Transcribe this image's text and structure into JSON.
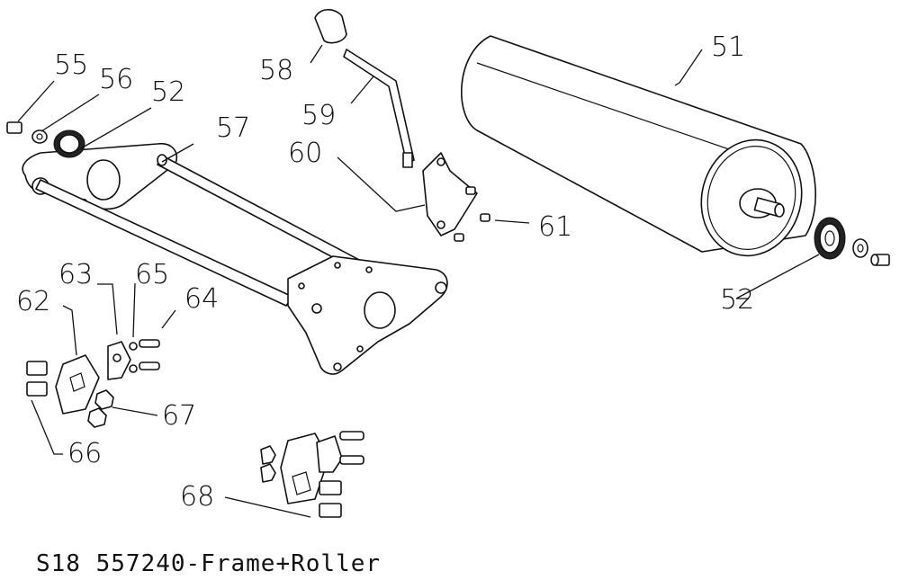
{
  "caption": "S18 557240-Frame+Roller",
  "callouts": {
    "c51": "51",
    "c52a": "52",
    "c52b": "52",
    "c55": "55",
    "c56": "56",
    "c57": "57",
    "c58": "58",
    "c59": "59",
    "c60": "60",
    "c61": "61",
    "c62": "62",
    "c63": "63",
    "c64": "64",
    "c65": "65",
    "c66": "66",
    "c67": "67",
    "c68": "68"
  }
}
